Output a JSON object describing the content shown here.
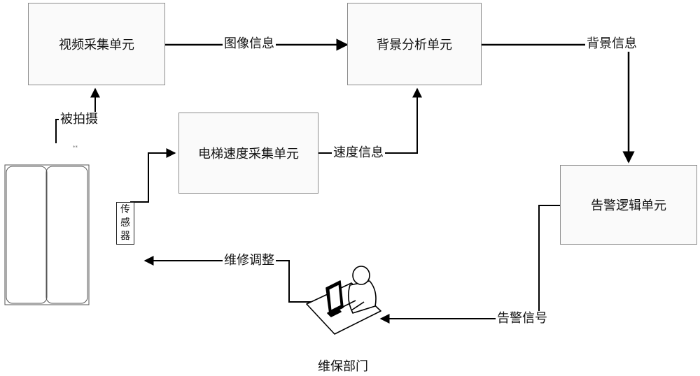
{
  "nodes": {
    "video": "视频采集单元",
    "background": "背景分析单元",
    "speed": "电梯速度采集单元",
    "alarm": "告警逻辑单元"
  },
  "labels": {
    "image": "图像信息",
    "background": "背景信息",
    "captured": "被拍摄",
    "speed": "速度信息",
    "repair": "维修调整",
    "signal": "告警信号"
  },
  "sensor": [
    "传",
    "感",
    "器"
  ],
  "dept": "维保部门"
}
